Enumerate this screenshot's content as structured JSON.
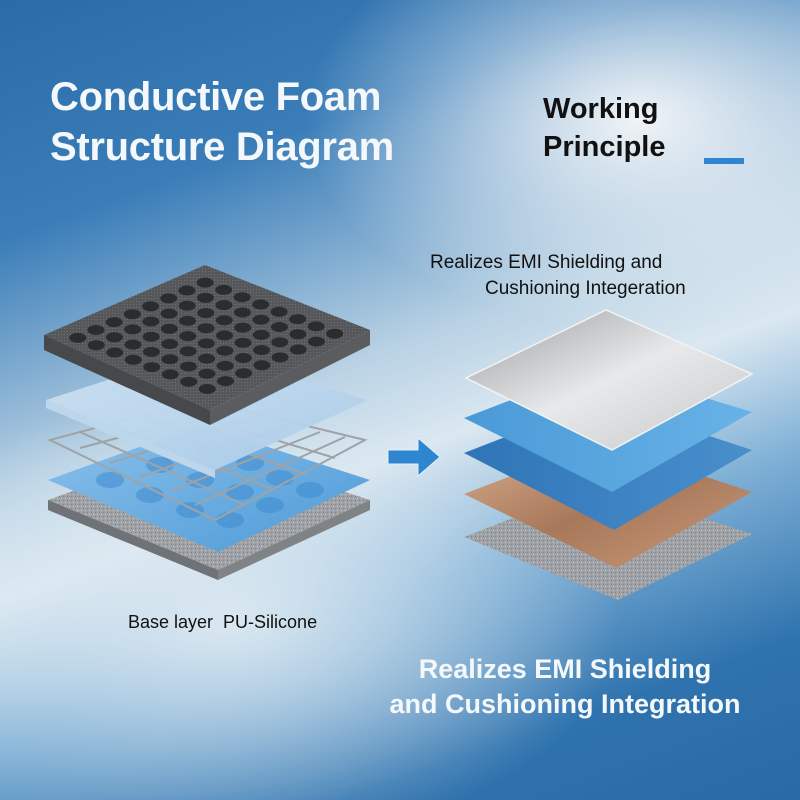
{
  "header": {
    "title_line1": "Conductive Foam",
    "title_line2": "Structure Diagram",
    "working_principle_line1": "Working",
    "working_principle_line2": "Principle"
  },
  "right_panel": {
    "subtitle_line1": "Realizes EMI Shielding and",
    "subtitle_line2": "Cushioning Integeration",
    "layers": [
      "metal-foil",
      "blue-layer-light",
      "blue-layer-dark",
      "copper-layer",
      "textured-base"
    ]
  },
  "left_panel": {
    "caption": "Base layer  PU-Silicone",
    "layers": [
      "perforated-foam",
      "light-blue-foam",
      "metal-mesh",
      "blue-eggcrate-foam",
      "grey-base"
    ]
  },
  "footer": {
    "line1": "Realizes EMI Shielding",
    "line2": "and Cushioning Integration"
  },
  "colors": {
    "accent": "#2f86d0",
    "title_text": "#f4f8fb",
    "dark_text": "#111111",
    "copper": "#c99a7a",
    "foam_dark": "#4a4c4f"
  }
}
